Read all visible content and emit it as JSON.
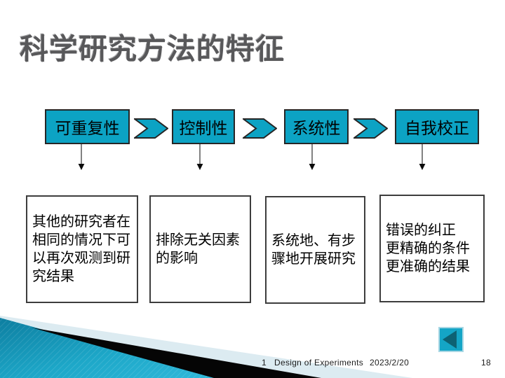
{
  "slide": {
    "title": "科学研究方法的特征",
    "flow": [
      {
        "label": "可重复性",
        "description": "其他的研究者在\n相同的情况下可\n以再次观测到研\n究结果"
      },
      {
        "label": "控制性",
        "description": "排除无关因素\n的影响"
      },
      {
        "label": "系统性",
        "description": "系统地、有步\n骤地开展研究"
      },
      {
        "label": "自我校正",
        "description": "错误的纠正\n更精确的条件\n更准确的结果"
      }
    ],
    "footer": {
      "number": "1",
      "course": "Design of Experiments",
      "date": "2023/2/20",
      "page": "18"
    },
    "colors": {
      "accent_teal": "#0ca3c4",
      "dark_teal": "#0d6173",
      "teal_gradient_start": "#0d7ea0",
      "teal_gradient_end": "#2fb9da",
      "pale_blue": "#dcebf1",
      "stripe_black": "#050505",
      "title_gray": "#58585a"
    }
  }
}
